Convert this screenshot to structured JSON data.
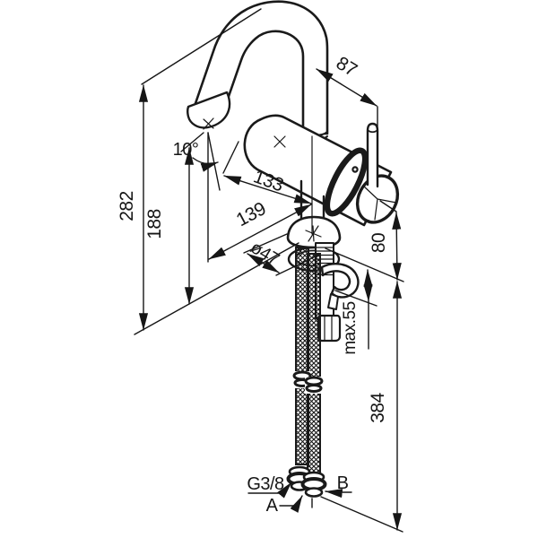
{
  "colors": {
    "background": "#ffffff",
    "ink": "#1a1a1a"
  },
  "drawing": {
    "labels": {
      "overall_height": "282",
      "spout_outlet_height": "188",
      "spout_tilt_angle": "10°",
      "top_offset": "87",
      "body_length": "133",
      "spout_reach": "139",
      "base_diameter": "ø47",
      "body_height": "80",
      "max_mounting_thickness": "max.55",
      "hose_length": "384",
      "hose_thread": "G3/8",
      "connector_a": "A",
      "connector_b": "B"
    }
  }
}
